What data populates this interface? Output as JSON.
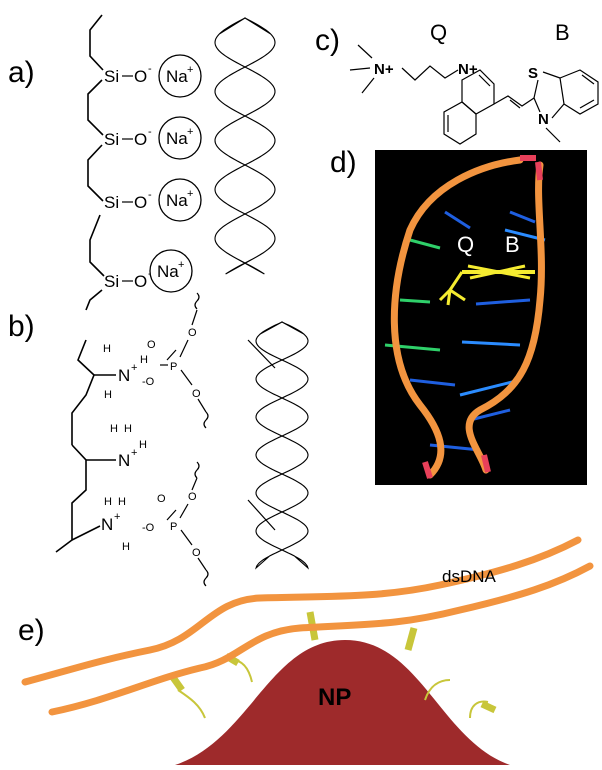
{
  "panels": {
    "a": "a)",
    "b": "b)",
    "c": "c)",
    "d": "d)",
    "e": "e)"
  },
  "panel_a": {
    "si_label": "Si",
    "o_label": "O",
    "o_charge": "-",
    "na_label": "Na",
    "na_charge": "+"
  },
  "panel_b": {
    "n_label": "N",
    "n_charge": "+",
    "h_label": "H",
    "p_label": "P",
    "o_label": "O",
    "o_minus": "-O",
    "o_minus2": "-O"
  },
  "panel_c": {
    "q_label": "Q",
    "b_label": "B",
    "n1": "N+",
    "n2": "N+",
    "s_label": "S",
    "n3": "N"
  },
  "panel_d": {
    "q_label": "Q",
    "b_label": "B"
  },
  "panel_e": {
    "dna_label": "dsDNA",
    "np_label": "NP"
  },
  "colors": {
    "backbone_orange": "#f2943f",
    "np_red": "#9e2a2b",
    "linker_yellow": "#c8c63a",
    "panel_d_bg": "#000000",
    "dye_yellow": "#f5ec30",
    "helix_gray": "#a9a9a9"
  }
}
